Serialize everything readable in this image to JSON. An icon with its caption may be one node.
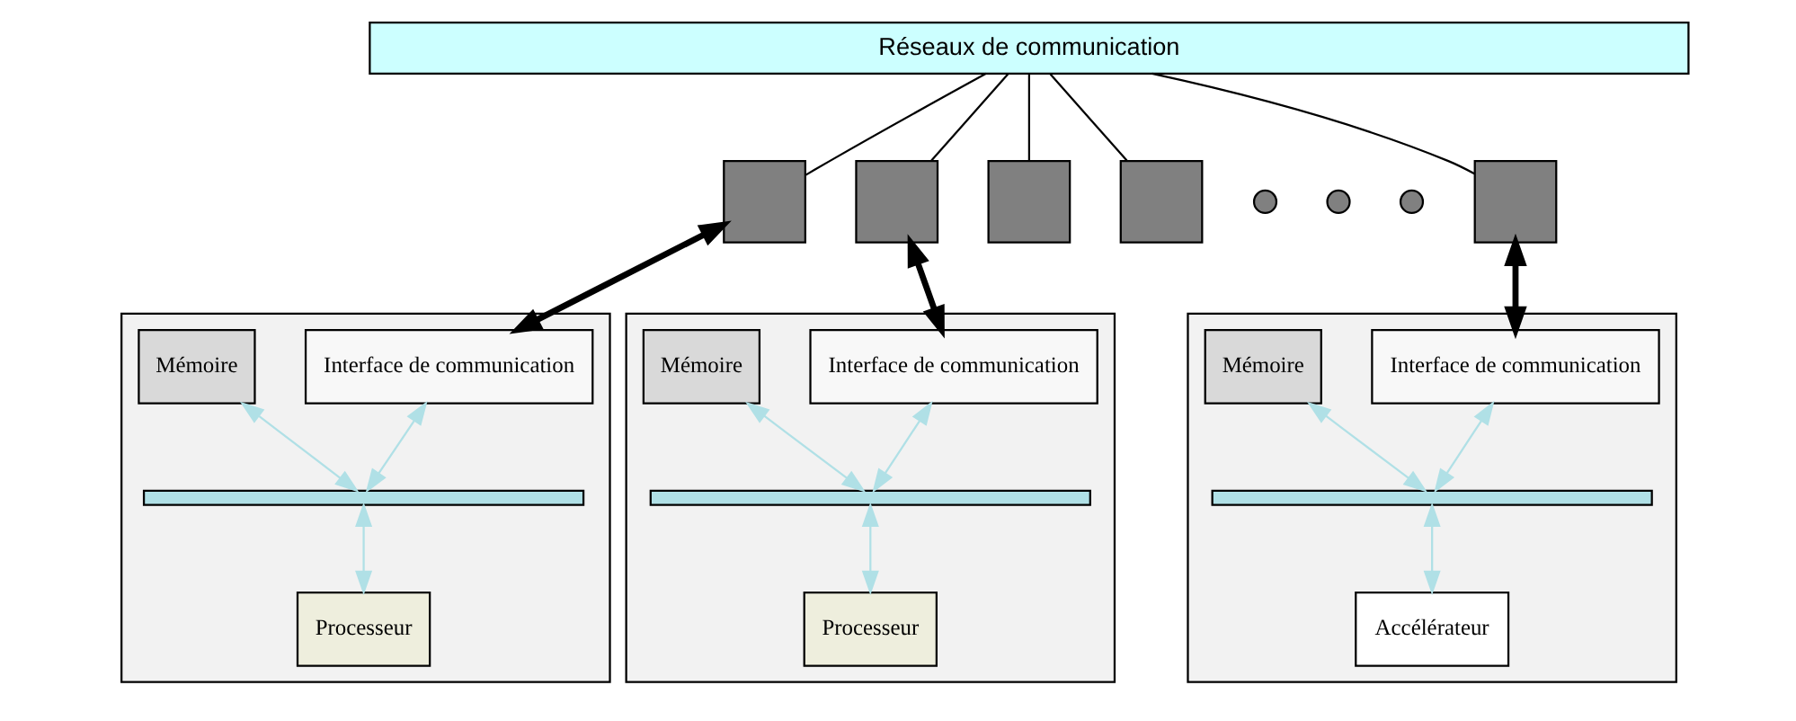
{
  "diagram": {
    "nodes": [
      {
        "text": [
          "Réseaux de communication"
        ]
      },
      {
        "text": [],
        "shape": "box"
      },
      {
        "text": [],
        "shape": "box"
      },
      {
        "text": [],
        "shape": "box"
      },
      {
        "text": [],
        "shape": "box"
      },
      {
        "text": [],
        "shape": "circle"
      },
      {
        "text": [],
        "shape": "circle"
      },
      {
        "text": [],
        "shape": "circle"
      },
      {
        "text": [],
        "shape": "box"
      },
      {
        "text": [],
        "shape": "box"
      },
      {
        "text": [
          "Mémoire"
        ],
        "in": 9
      },
      {
        "text": [
          "Interface de communication"
        ],
        "in": 9
      },
      {
        "text": [],
        "shape": "bar",
        "in": 9
      },
      {
        "text": [
          "Processeur"
        ],
        "in": 9
      },
      {
        "text": [],
        "shape": "box"
      },
      {
        "text": [
          "Mémoire"
        ],
        "in": 14
      },
      {
        "text": [
          "Interface de communication"
        ],
        "in": 14
      },
      {
        "text": [],
        "shape": "bar",
        "in": 14
      },
      {
        "text": [
          "Processeur"
        ],
        "in": 14
      },
      {
        "text": [],
        "shape": "box"
      },
      {
        "text": [
          "Mémoire"
        ],
        "in": 19
      },
      {
        "text": [
          "Interface de communication"
        ],
        "in": 19
      },
      {
        "text": [],
        "shape": "bar",
        "in": 19
      },
      {
        "text": [
          "Accélérateur"
        ],
        "in": 19
      }
    ],
    "edges": [
      {
        "from": 0,
        "to": 1,
        "arrow": "none",
        "color": "#000000"
      },
      {
        "from": 0,
        "to": 2,
        "arrow": "none",
        "color": "#000000"
      },
      {
        "from": 0,
        "to": 3,
        "arrow": "none",
        "color": "#000000"
      },
      {
        "from": 0,
        "to": 4,
        "arrow": "none",
        "color": "#000000"
      },
      {
        "from": 0,
        "to": 8,
        "arrow": "none",
        "color": "#000000"
      },
      {
        "from": 1,
        "to": 11,
        "arrow": "both",
        "style": "thick",
        "color": "#000000"
      },
      {
        "from": 2,
        "to": 16,
        "arrow": "both",
        "style": "thick",
        "color": "#000000"
      },
      {
        "from": 8,
        "to": 21,
        "arrow": "both",
        "style": "thick",
        "color": "#000000"
      },
      {
        "from": 10,
        "to": 12,
        "arrow": "both",
        "color": "#b0e0e6"
      },
      {
        "from": 11,
        "to": 12,
        "arrow": "both",
        "color": "#b0e0e6"
      },
      {
        "from": 12,
        "to": 13,
        "arrow": "both",
        "color": "#b0e0e6"
      },
      {
        "from": 15,
        "to": 17,
        "arrow": "both",
        "color": "#b0e0e6"
      },
      {
        "from": 16,
        "to": 17,
        "arrow": "both",
        "color": "#b0e0e6"
      },
      {
        "from": 17,
        "to": 18,
        "arrow": "both",
        "color": "#b0e0e6"
      },
      {
        "from": 20,
        "to": 22,
        "arrow": "both",
        "color": "#b0e0e6"
      },
      {
        "from": 21,
        "to": 22,
        "arrow": "both",
        "color": "#b0e0e6"
      },
      {
        "from": 22,
        "to": 23,
        "arrow": "both",
        "color": "#b0e0e6"
      }
    ]
  }
}
